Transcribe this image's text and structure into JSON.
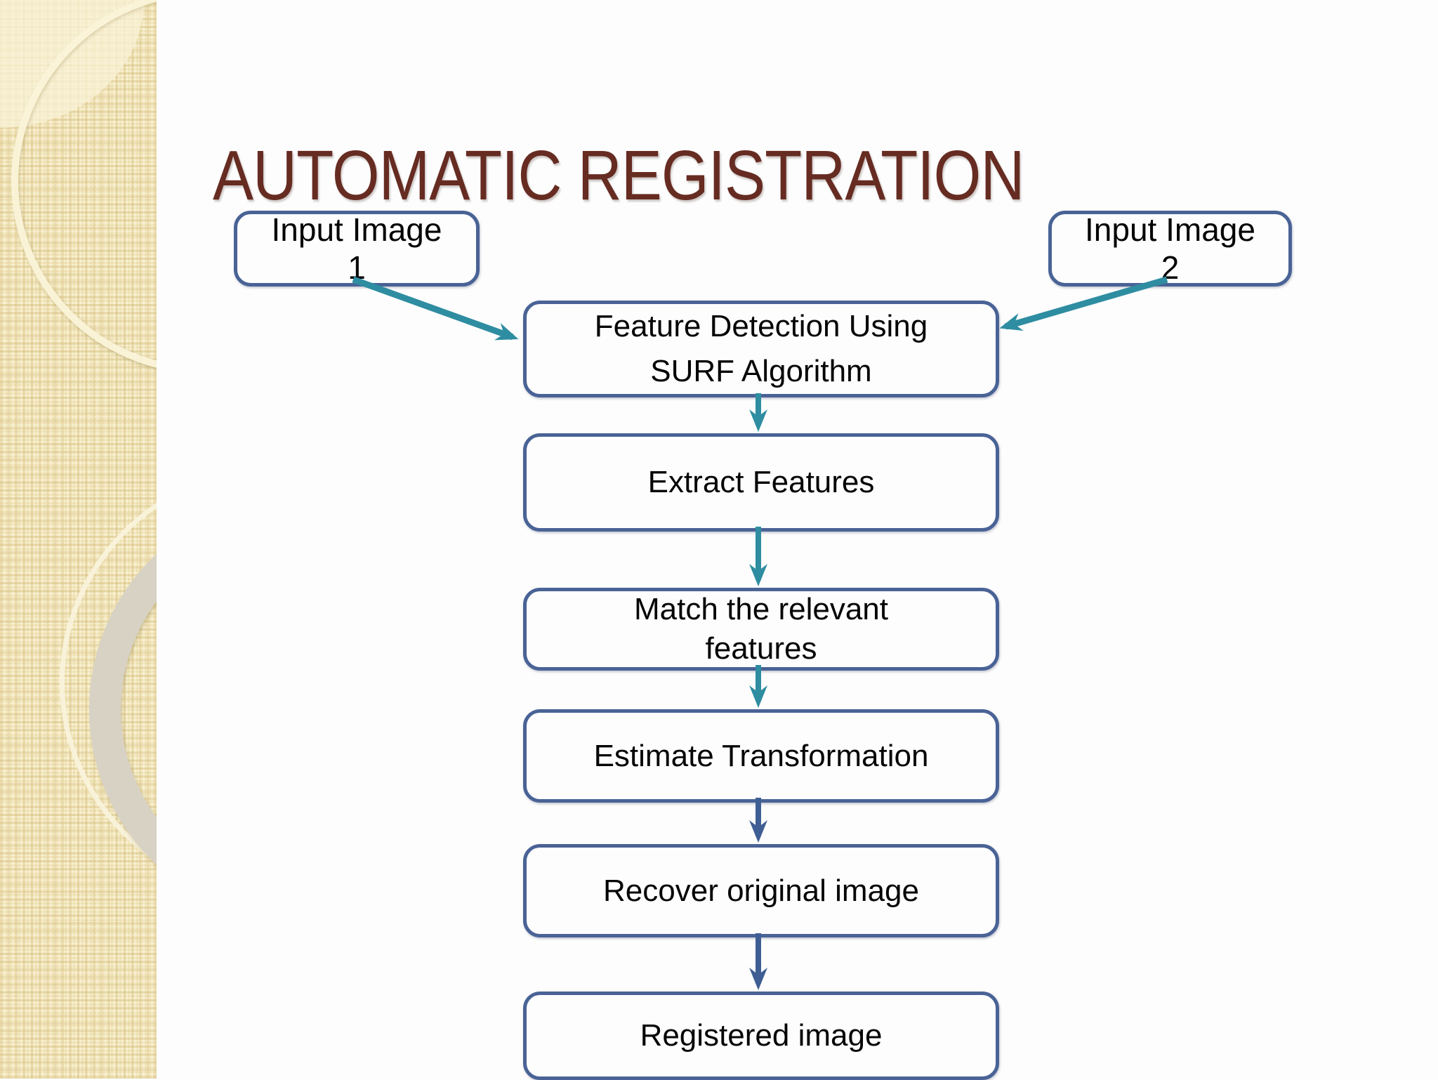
{
  "slide": {
    "title": "AUTOMATIC REGISTRATION"
  },
  "flowchart": {
    "nodes": [
      {
        "id": "input-image-1",
        "label": "Input Image\n1"
      },
      {
        "id": "input-image-2",
        "label": "Input Image\n2"
      },
      {
        "id": "feature-detection",
        "label": "Feature Detection Using\nSURF Algorithm"
      },
      {
        "id": "extract-features",
        "label": "Extract Features"
      },
      {
        "id": "match-features",
        "label": "Match the relevant\nfeatures"
      },
      {
        "id": "estimate-transformation",
        "label": "Estimate Transformation"
      },
      {
        "id": "recover-original",
        "label": "Recover original image"
      },
      {
        "id": "registered-image",
        "label": "Registered image"
      }
    ],
    "edges": [
      {
        "from": "input-image-1",
        "to": "feature-detection",
        "color_key": "arrow_teal"
      },
      {
        "from": "input-image-2",
        "to": "feature-detection",
        "color_key": "arrow_teal"
      },
      {
        "from": "feature-detection",
        "to": "extract-features",
        "color_key": "arrow_teal"
      },
      {
        "from": "extract-features",
        "to": "match-features",
        "color_key": "arrow_teal"
      },
      {
        "from": "match-features",
        "to": "estimate-transformation",
        "color_key": "arrow_teal"
      },
      {
        "from": "estimate-transformation",
        "to": "recover-original",
        "color_key": "arrow_blue"
      },
      {
        "from": "recover-original",
        "to": "registered-image",
        "color_key": "arrow_blue"
      }
    ],
    "colors": {
      "title": "#662B21",
      "box_border": "#4A6396",
      "arrow_teal": "#2E8DA1",
      "arrow_blue": "#3F5E94",
      "sidebar_base": "#ECDEAC"
    }
  }
}
